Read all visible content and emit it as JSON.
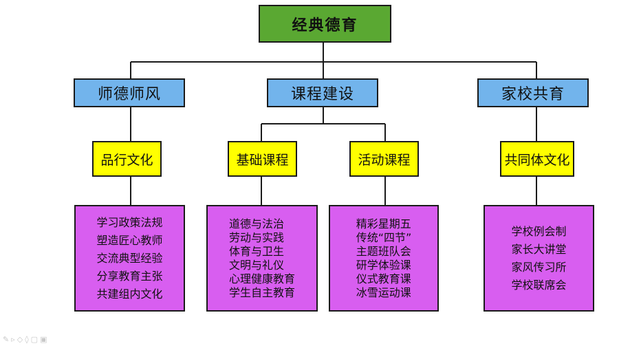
{
  "root": "经典德育",
  "branches": [
    {
      "label": "师德师风",
      "groups": [
        {
          "label": "品行文化",
          "items": [
            "学习政策法规",
            "塑造匠心教师",
            "交流典型经验",
            "分享教育主张",
            "共建组内文化"
          ]
        }
      ]
    },
    {
      "label": "课程建设",
      "groups": [
        {
          "label": "基础课程",
          "items": [
            "道德与法治",
            "劳动与实践",
            "体育与卫生",
            "文明与礼仪",
            "心理健康教育",
            "学生自主教育"
          ]
        },
        {
          "label": "活动课程",
          "items": [
            "精彩星期五",
            "传统“四节”",
            "主题班队会",
            "研学体验课",
            "仪式教育课",
            "冰雪运动课"
          ]
        }
      ]
    },
    {
      "label": "家校共育",
      "groups": [
        {
          "label": "共同体文化",
          "items": [
            "学校例会制",
            "家长大讲堂",
            "家风传习所",
            "学校联席会"
          ]
        }
      ]
    }
  ],
  "colors": {
    "root": "#5aa832",
    "level1": "#72b4ec",
    "level2": "#ffff00",
    "leaf": "#d85ef0",
    "line": "#1a1a1a"
  }
}
